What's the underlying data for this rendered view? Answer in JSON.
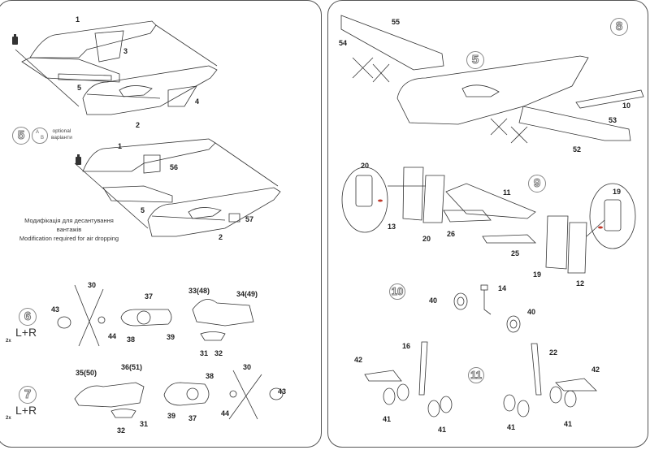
{
  "sheet": {
    "left_panel": {
      "upper_callouts": [
        "1",
        "3",
        "5",
        "4",
        "2"
      ],
      "step5": {
        "number": "5",
        "ab_icon": {
          "top": "A",
          "bottom": "B"
        },
        "optional_label": "optional",
        "optional_label_ua": "варіанти"
      },
      "lower_callouts": [
        "1",
        "56",
        "5",
        "57",
        "2"
      ],
      "modification_note_ua": "Модифікація для десантування вантажів",
      "modification_note_en": "Modification required for air dropping",
      "step6": {
        "number": "6",
        "side_label": "L+R",
        "quantity_note": "2x",
        "callouts": [
          "30",
          "43",
          "44",
          "37",
          "38",
          "39",
          "33(48)",
          "34(49)",
          "31",
          "32"
        ]
      },
      "step7": {
        "number": "7",
        "side_label": "L+R",
        "quantity_note": "2x",
        "callouts": [
          "35(50)",
          "36(51)",
          "31",
          "32",
          "39",
          "37",
          "38",
          "30",
          "44",
          "43"
        ]
      }
    },
    "right_panel": {
      "step8": {
        "number": "8",
        "sub_step": "5",
        "callouts": [
          "55",
          "54",
          "10",
          "53",
          "52"
        ]
      },
      "step9": {
        "number": "9",
        "callouts": [
          "20",
          "13",
          "20",
          "11",
          "26",
          "25",
          "19",
          "19",
          "12"
        ]
      },
      "step10": {
        "number": "10",
        "callouts": [
          "14",
          "40",
          "40"
        ]
      },
      "step11": {
        "number": "11",
        "callouts": [
          "16",
          "42",
          "41",
          "41",
          "22",
          "42",
          "41",
          "41"
        ]
      }
    },
    "colors": {
      "line": "#333333",
      "border": "#555555",
      "glue_mark": "#c0392b"
    }
  }
}
